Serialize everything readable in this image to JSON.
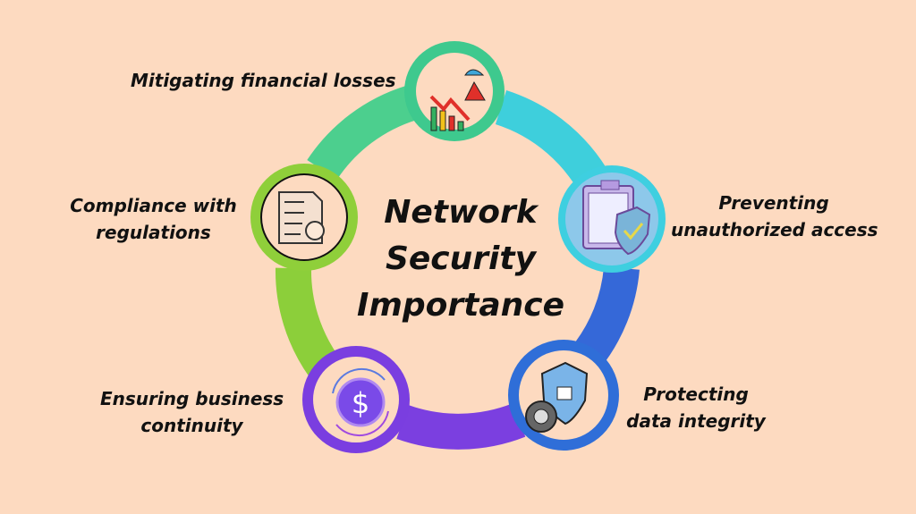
{
  "title_lines": [
    "Network",
    "Security",
    "Importance"
  ],
  "nodes": [
    {
      "label": "Mitigating financial losses",
      "icon": "financial-loss-chart-icon",
      "color": "#3ec98e"
    },
    {
      "label_lines": [
        "Preventing",
        "unauthorized access"
      ],
      "icon": "clipboard-shield-icon",
      "color": "#3ecfe0"
    },
    {
      "label_lines": [
        "Protecting",
        "data integrity"
      ],
      "icon": "shield-lock-gear-icon",
      "color": "#2f6ed8"
    },
    {
      "label_lines": [
        "Ensuring business",
        "continuity"
      ],
      "icon": "dollar-cycle-icon",
      "color": "#7a3ee0"
    },
    {
      "label_lines": [
        "Compliance with",
        "regulations"
      ],
      "icon": "compliance-document-icon",
      "color": "#8fcf3a"
    }
  ]
}
